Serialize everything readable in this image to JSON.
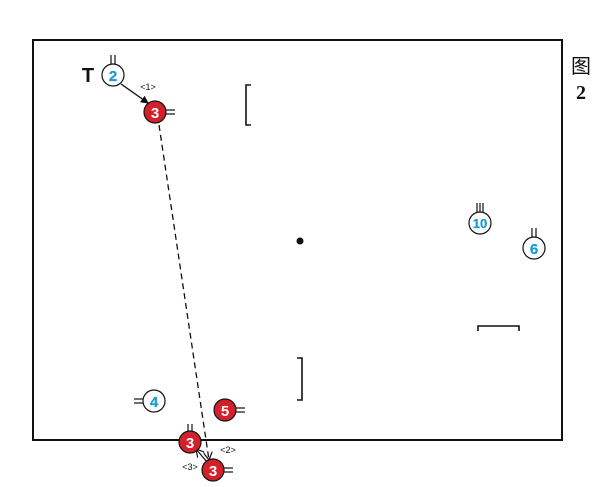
{
  "figure": {
    "label_line1": "图",
    "label_line2": "2"
  },
  "colors": {
    "line": "#111111",
    "team_blue": "#1f9bd0",
    "team_red": "#d4202a",
    "white": "#ffffff"
  },
  "markers": {
    "t_symbol": "T",
    "center_spot": "center-dot-icon"
  },
  "players": [
    {
      "id": "p2",
      "team": "blue",
      "number": "2"
    },
    {
      "id": "p3a",
      "team": "red",
      "number": "3"
    },
    {
      "id": "p10",
      "team": "blue",
      "number": "10"
    },
    {
      "id": "p6",
      "team": "blue",
      "number": "6"
    },
    {
      "id": "p4",
      "team": "blue",
      "number": "4"
    },
    {
      "id": "p5",
      "team": "red",
      "number": "5"
    },
    {
      "id": "p3b",
      "team": "red",
      "number": "3"
    },
    {
      "id": "p3c",
      "team": "red",
      "number": "3"
    }
  ],
  "steps": [
    {
      "id": "s1",
      "label": "<1>"
    },
    {
      "id": "s2",
      "label": "<2>"
    },
    {
      "id": "s3",
      "label": "<3>"
    }
  ]
}
